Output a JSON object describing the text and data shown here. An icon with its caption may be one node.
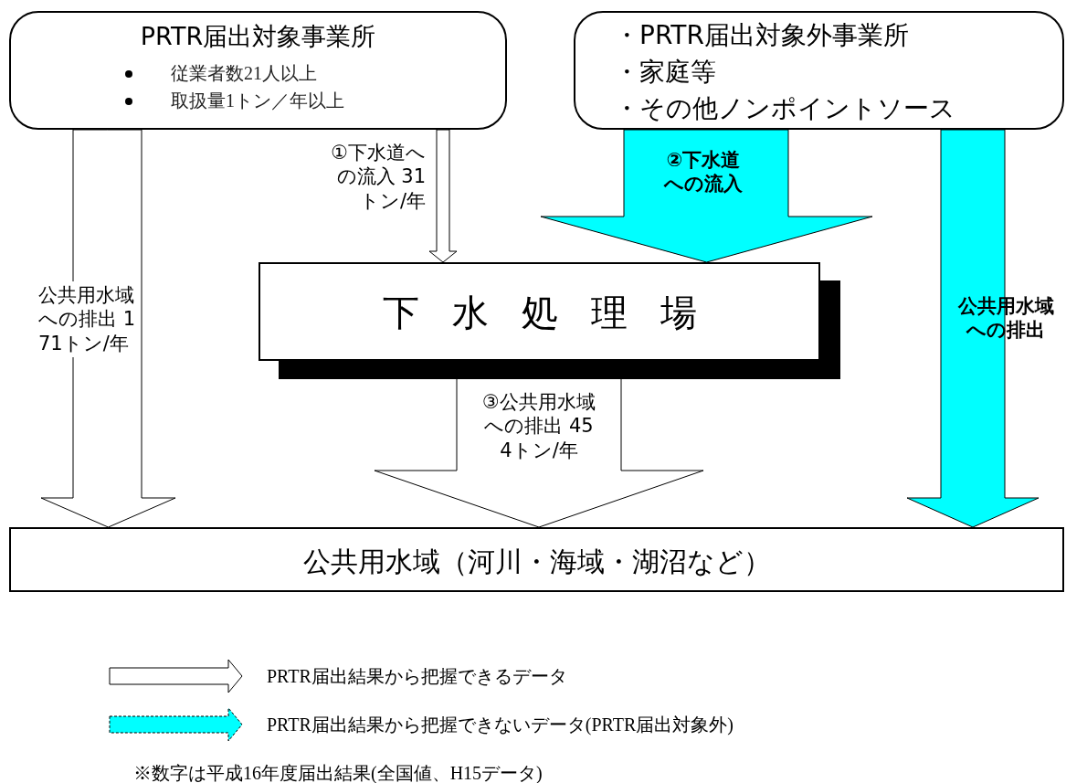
{
  "diagram": {
    "nodes": [
      {
        "text": [
          "PRTR届出対象事業所",
          "従業者数21人以上",
          "取扱量1トン／年以上"
        ]
      },
      {
        "text": [
          "・PRTR届出対象外事業所",
          "・家庭等",
          "・その他ノンポイントソース"
        ]
      },
      {
        "text": [
          "下水処理場"
        ]
      },
      {
        "text": [
          "公共用水域（河川・海域・湖沼など）"
        ]
      }
    ],
    "edges": [
      {
        "from": 0,
        "to": 3,
        "arrow": "to",
        "label": "公共用水域への排出 171トン/年"
      },
      {
        "from": 0,
        "to": 2,
        "arrow": "to",
        "label": "①下水道への流入 31トン/年"
      },
      {
        "from": 1,
        "to": 2,
        "arrow": "to",
        "label": "②下水道への流入",
        "color": "#00ffff"
      },
      {
        "from": 1,
        "to": 3,
        "arrow": "to",
        "label": "公共用水域への排出",
        "color": "#00ffff"
      },
      {
        "from": 2,
        "to": 3,
        "arrow": "to",
        "label": "③公共用水域への排出 454トン/年"
      }
    ],
    "labels": [
      "※数字は平成16年度届出結果(全国値、H15データ)"
    ],
    "legend": [
      {
        "text": "PRTR届出結果から把握できるデータ",
        "color": "#ffffff"
      },
      {
        "text": "PRTR届出結果から把握できないデータ(PRTR届出対象外)",
        "color": "#00ffff"
      }
    ]
  }
}
